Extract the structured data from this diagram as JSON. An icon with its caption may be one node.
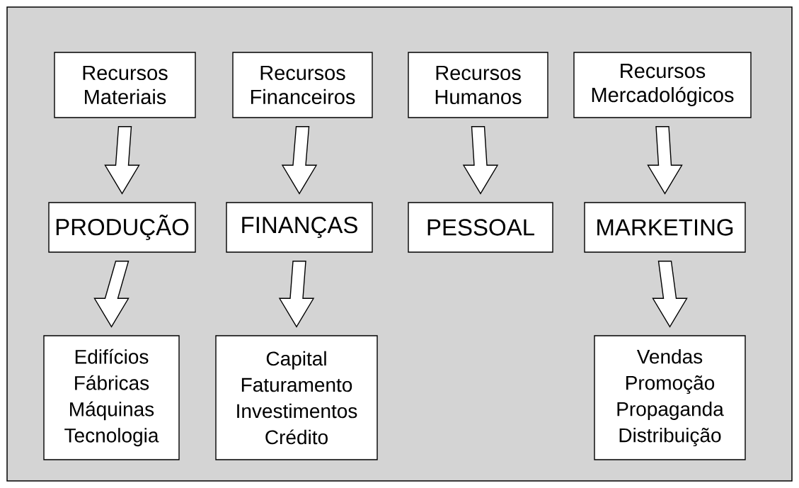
{
  "diagram": {
    "nodes": [
      {
        "text": [
          "Recursos Materiais"
        ]
      },
      {
        "text": [
          "Recursos Financeiros"
        ]
      },
      {
        "text": [
          "Recursos Humanos"
        ]
      },
      {
        "text": [
          "Recursos Mercadológicos"
        ]
      },
      {
        "text": [
          "PRODUÇÃO"
        ]
      },
      {
        "text": [
          "FINANÇAS"
        ]
      },
      {
        "text": [
          "PESSOAL"
        ]
      },
      {
        "text": [
          "MARKETING"
        ]
      },
      {
        "text": [
          "Edifícios Fábricas Máquinas Tecnologia"
        ]
      },
      {
        "text": [
          "Capital Faturamento Investimentos Crédito"
        ]
      },
      {
        "text": [
          "Vendas Promoção Propaganda Distribuição"
        ]
      }
    ],
    "edges": [
      {
        "from": 0,
        "to": 4,
        "arrow": "to"
      },
      {
        "from": 1,
        "to": 5,
        "arrow": "to"
      },
      {
        "from": 2,
        "to": 6,
        "arrow": "to"
      },
      {
        "from": 3,
        "to": 7,
        "arrow": "to"
      },
      {
        "from": 4,
        "to": 8,
        "arrow": "to"
      },
      {
        "from": 5,
        "to": 9,
        "arrow": "to"
      },
      {
        "from": 7,
        "to": 10,
        "arrow": "to"
      }
    ]
  }
}
